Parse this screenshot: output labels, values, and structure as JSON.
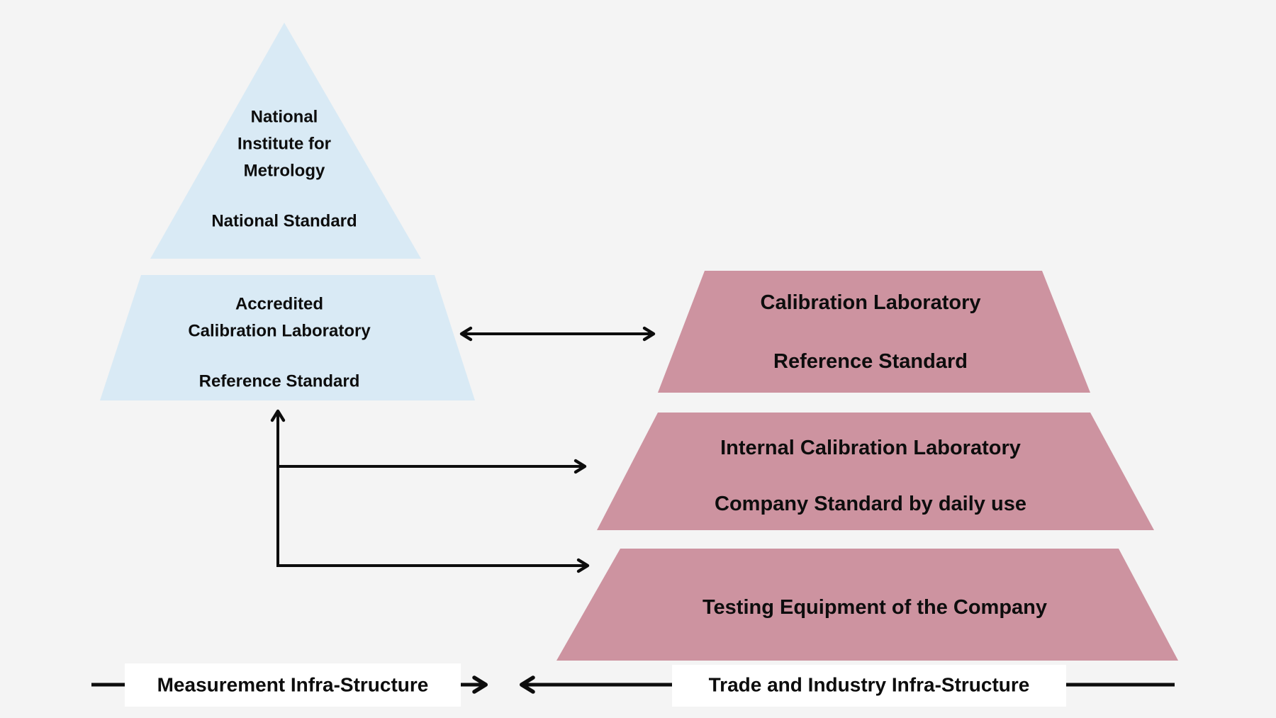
{
  "colors": {
    "background": "#f4f4f4",
    "pyramid_blue": "#d9eaf5",
    "pyramid_pink": "#cd93a0",
    "line_black": "#0d0d0d",
    "label_box_white": "#ffffff"
  },
  "left_pyramid": {
    "tier1": {
      "line1": "National",
      "line2": "Institute for",
      "line3": "Metrology",
      "standard": "National Standard"
    },
    "tier2": {
      "line1": "Accredited",
      "line2": "Calibration Laboratory",
      "standard": "Reference Standard"
    }
  },
  "right_pyramid": {
    "tier1": {
      "title": "Calibration Laboratory",
      "subtitle": "Reference Standard"
    },
    "tier2": {
      "title": "Internal Calibration Laboratory",
      "subtitle": "Company Standard by daily use"
    },
    "tier3": {
      "title": "Testing Equipment of the Company"
    }
  },
  "footer": {
    "left_label": "Measurement Infra-Structure",
    "right_label": "Trade and Industry Infra-Structure"
  }
}
